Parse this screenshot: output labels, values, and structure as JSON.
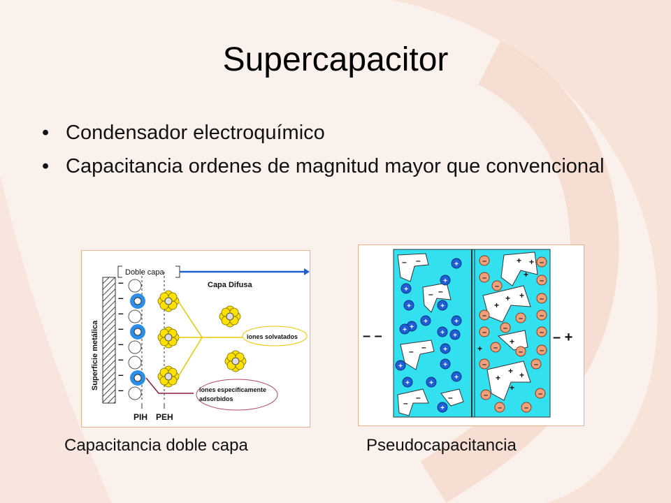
{
  "slide": {
    "title": "Supercapacitor",
    "bullets": [
      "Condensador electroquímico",
      "Capacitancia ordenes de magnitud mayor que convencional"
    ]
  },
  "figure_left": {
    "caption": "Capacitancia doble capa",
    "labels": {
      "doble_capa": "Doble capa",
      "capa_difusa": "Capa Difusa",
      "superficie": "Superficie metálica",
      "solvatados": "iones solvatados",
      "adsorbidos_1": "iones específicamente",
      "adsorbidos_2": "adsorbidos",
      "pih": "PIH",
      "peh": "PEH"
    }
  },
  "figure_right": {
    "caption": "Pseudocapacitancia",
    "labels": {
      "neg_terminal": "– –",
      "pos_terminal": "– +"
    }
  },
  "colors": {
    "accent_blue": "#1f5fd6",
    "electrolyte_cyan": "#33e0f0",
    "ion_orange": "#f0a07a",
    "ion_yellow": "#ffe000"
  }
}
